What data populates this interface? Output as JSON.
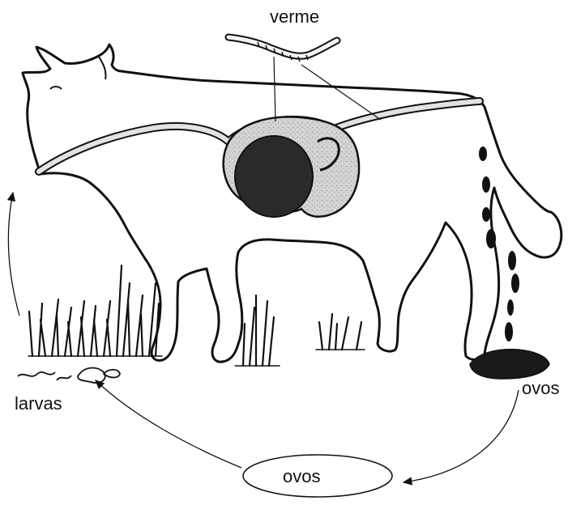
{
  "labels": {
    "worm": "verme",
    "larvae": "larvas",
    "eggs_in_dung": "ovos",
    "eggs_in_cycle": "ovos"
  },
  "colors": {
    "outline": "#111111",
    "organ_fill": "#cfcfcf",
    "stomach_fill": "#2a2a2a",
    "dung_fill": "#1a1a1a",
    "background": "#ffffff"
  }
}
